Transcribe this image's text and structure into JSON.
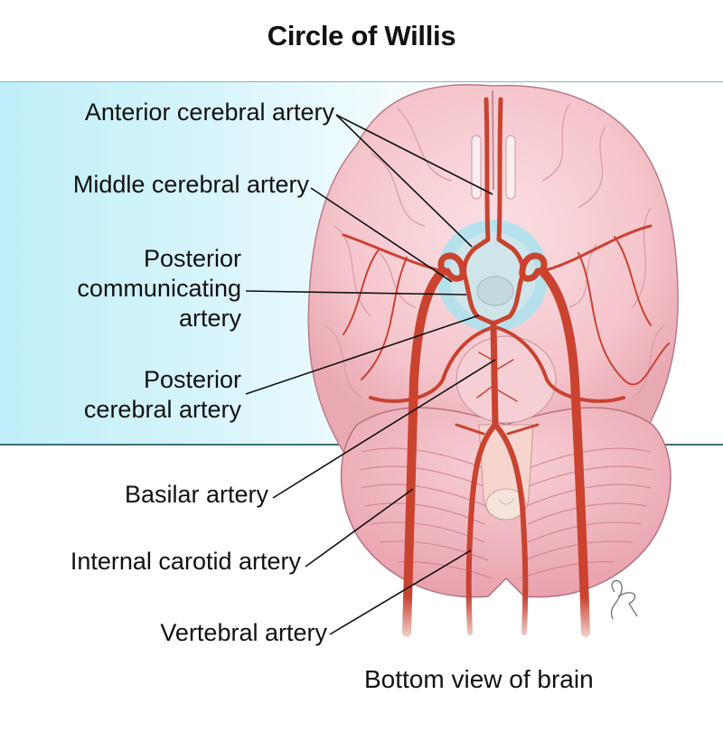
{
  "title": "Circle of Willis",
  "labels": {
    "anterior_cerebral": "Anterior cerebral artery",
    "middle_cerebral": "Middle cerebral artery",
    "posterior_communicating": [
      "Posterior",
      "communicating",
      "artery"
    ],
    "posterior_cerebral": [
      "Posterior",
      "cerebral artery"
    ],
    "basilar": "Basilar artery",
    "internal_carotid": "Internal carotid artery",
    "vertebral": "Vertebral artery"
  },
  "caption": "Bottom view of brain",
  "colors": {
    "brain": "#f5c6cc",
    "brain_outline": "#c98a93",
    "artery": "#c9432f",
    "artery_dark": "#9e2e1f",
    "circle_highlight": "#a9e3ee",
    "panel_cyan": "#bfeef8",
    "leader_line": "#111111"
  }
}
